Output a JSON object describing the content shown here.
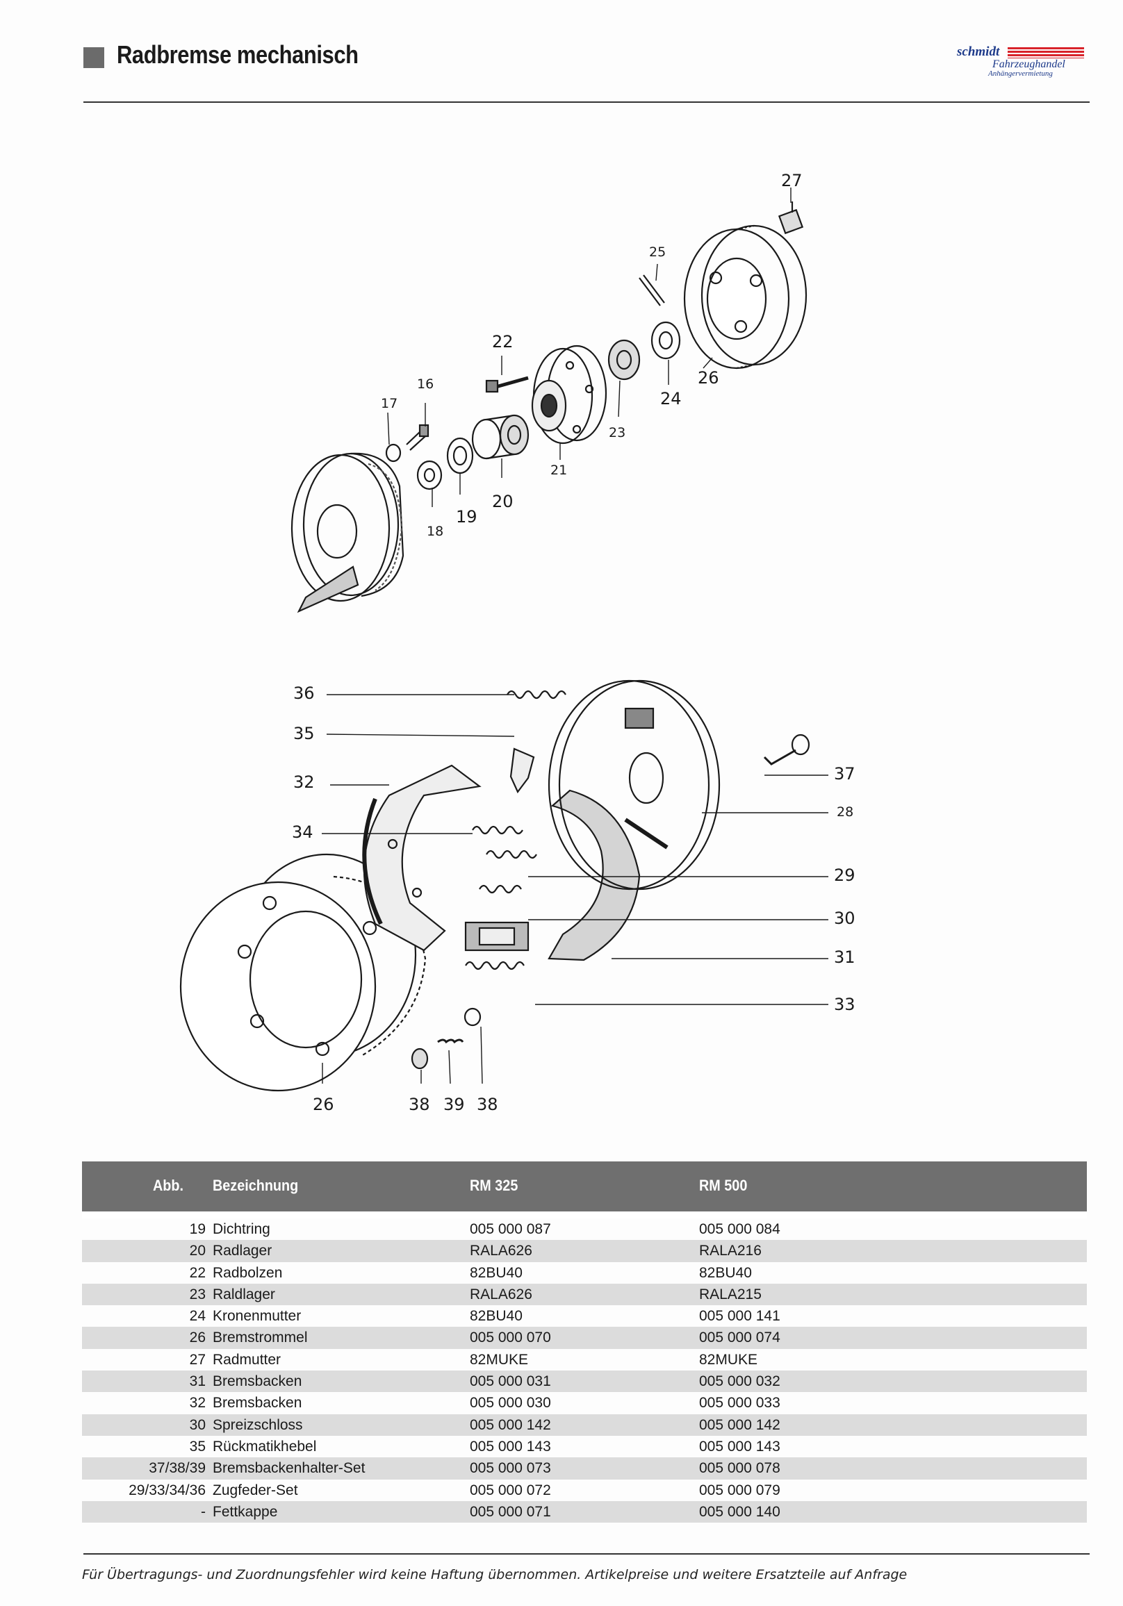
{
  "header": {
    "title": "Radbremse mechanisch",
    "logo_line1": "schmidt",
    "logo_line2": "Fahrzeughandel",
    "logo_line3": "Anhängervermietung",
    "brand_color": "#d8232a",
    "logo_text_color": "#1d3a8a"
  },
  "diagram": {
    "top_labels": [
      "27",
      "25",
      "22",
      "16",
      "17",
      "26",
      "24",
      "23",
      "21",
      "18",
      "19",
      "20"
    ],
    "bottom_labels": [
      "36",
      "35",
      "32",
      "34",
      "37",
      "28",
      "29",
      "30",
      "31",
      "33",
      "26",
      "38",
      "39",
      "38"
    ]
  },
  "table": {
    "header": {
      "abb": "Abb.",
      "bez": "Bezeichnung",
      "rm325": "RM 325",
      "rm500": "RM 500"
    },
    "rows": [
      {
        "abb": "19",
        "bez": "Dichtring",
        "rm325": "005 000 087",
        "rm500": "005 000 084"
      },
      {
        "abb": "20",
        "bez": "Radlager",
        "rm325": "RALA626",
        "rm500": "RALA216"
      },
      {
        "abb": "22",
        "bez": "Radbolzen",
        "rm325": "82BU40",
        "rm500": "82BU40"
      },
      {
        "abb": "23",
        "bez": "Raldlager",
        "rm325": "RALA626",
        "rm500": "RALA215"
      },
      {
        "abb": "24",
        "bez": "Kronenmutter",
        "rm325": "82BU40",
        "rm500": "005 000 141"
      },
      {
        "abb": "26",
        "bez": "Bremstrommel",
        "rm325": "005 000 070",
        "rm500": "005 000 074"
      },
      {
        "abb": "27",
        "bez": "Radmutter",
        "rm325": "82MUKE",
        "rm500": "82MUKE"
      },
      {
        "abb": "31",
        "bez": "Bremsbacken",
        "rm325": "005 000 031",
        "rm500": "005 000 032"
      },
      {
        "abb": "32",
        "bez": "Bremsbacken",
        "rm325": "005 000 030",
        "rm500": "005 000 033"
      },
      {
        "abb": "30",
        "bez": "Spreizschloss",
        "rm325": "005 000 142",
        "rm500": "005 000 142"
      },
      {
        "abb": "35",
        "bez": "Rückmatikhebel",
        "rm325": "005 000 143",
        "rm500": "005 000 143"
      },
      {
        "abb": "37/38/39",
        "bez": "Bremsbackenhalter-Set",
        "rm325": "005 000 073",
        "rm500": "005 000 078"
      },
      {
        "abb": "29/33/34/36",
        "bez": "Zugfeder-Set",
        "rm325": "005 000 072",
        "rm500": "005 000 079"
      },
      {
        "abb": "-",
        "bez": "Fettkappe",
        "rm325": "005 000 071",
        "rm500": "005 000 140"
      }
    ]
  },
  "footer": {
    "text": "Für Übertragungs- und Zuordnungsfehler wird keine Haftung übernommen. Artikelpreise und weitere Ersatzteile auf Anfrage"
  }
}
